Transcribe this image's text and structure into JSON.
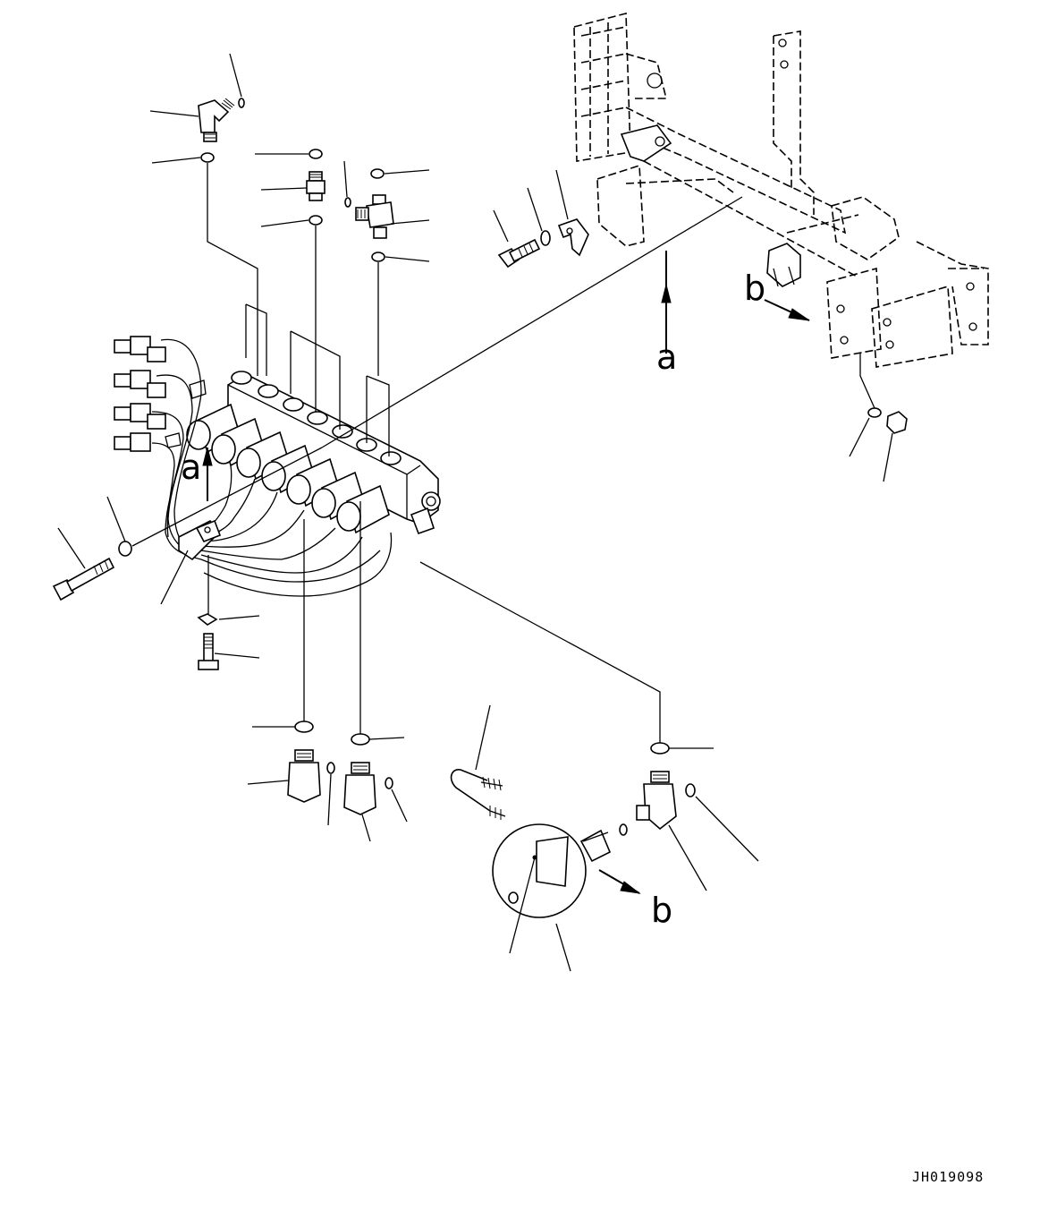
{
  "view_labels": {
    "a_frame": "a",
    "a_valve": "a",
    "b_frame": "b",
    "b_accumulator": "b"
  },
  "drawing_ref": "JH019098"
}
